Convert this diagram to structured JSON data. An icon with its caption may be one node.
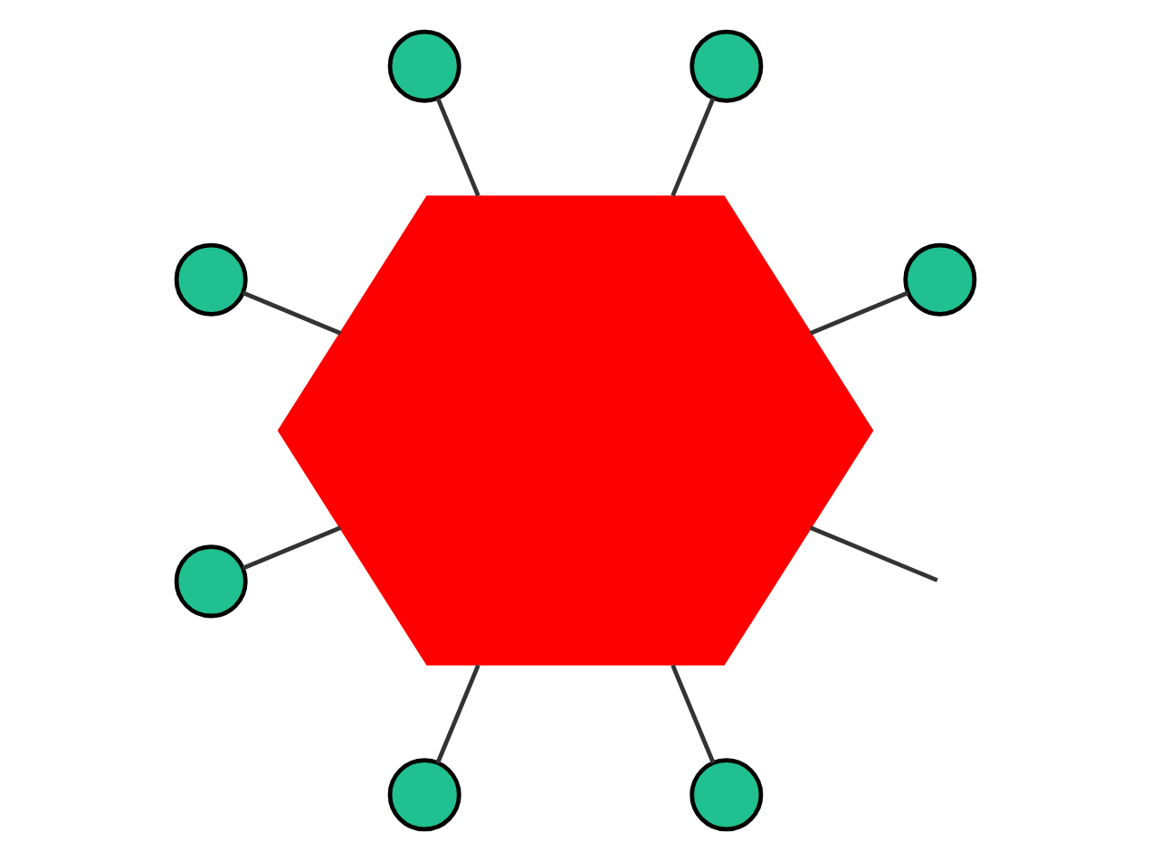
{
  "diagram": {
    "nodes": [
      {
        "text": [],
        "shape": "hexagon"
      },
      {
        "text": [],
        "shape": "circle"
      },
      {
        "text": [],
        "shape": "circle"
      },
      {
        "text": [],
        "shape": "circle"
      },
      {
        "text": [],
        "shape": "circle"
      },
      {
        "text": [],
        "shape": "circle"
      },
      {
        "text": [],
        "shape": "circle"
      },
      {
        "text": [],
        "shape": "circle"
      }
    ],
    "edges": [
      {
        "from": 0,
        "to": 1,
        "arrow": "none"
      },
      {
        "from": 0,
        "to": 2,
        "arrow": "none"
      },
      {
        "from": 0,
        "to": 3,
        "arrow": "none"
      },
      {
        "from": 0,
        "to": 4,
        "arrow": "none"
      },
      {
        "from": 0,
        "to": 5,
        "arrow": "none"
      },
      {
        "from": 0,
        "to": 7,
        "arrow": "none"
      },
      {
        "from": 0,
        "to": 6,
        "arrow": "none"
      },
      {
        "from": 0,
        "to": null,
        "arrow": "none"
      }
    ]
  }
}
